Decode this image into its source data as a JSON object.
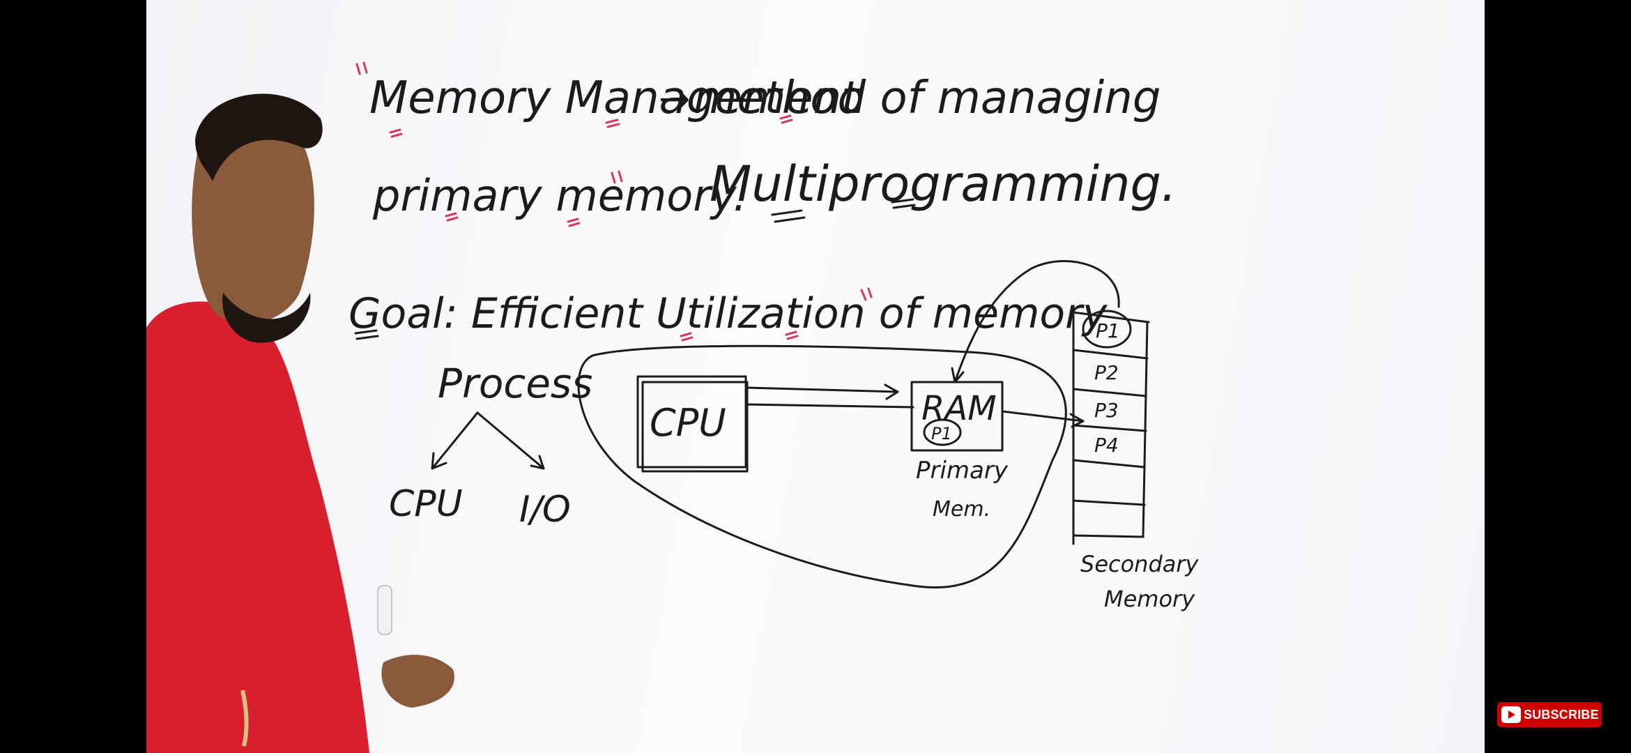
{
  "board": {
    "line1_a": "Memory Management",
    "line1_arrow": "→",
    "line1_b": "method of managing",
    "line2_a": "primary memory.",
    "line2_b": "Multiprogramming.",
    "line3": "Goal: Efficient Utilization of memory",
    "process": "Process",
    "cpu_left": "CPU",
    "io": "I/O",
    "cpu_box": "CPU",
    "ram": "RAM",
    "ram_p1": "P1",
    "primary_mem_1": "Primary",
    "primary_mem_2": "Mem.",
    "disk_p1": "P1",
    "disk_p2": "P2",
    "disk_p3": "P3",
    "disk_p4": "P4",
    "secondary_1": "Secondary",
    "secondary_2": "Memory"
  },
  "overlay": {
    "subscribe_label": "SUBSCRIBE",
    "subscribe_icon": "youtube-play-icon",
    "subscribe_color": "#cc0000"
  }
}
